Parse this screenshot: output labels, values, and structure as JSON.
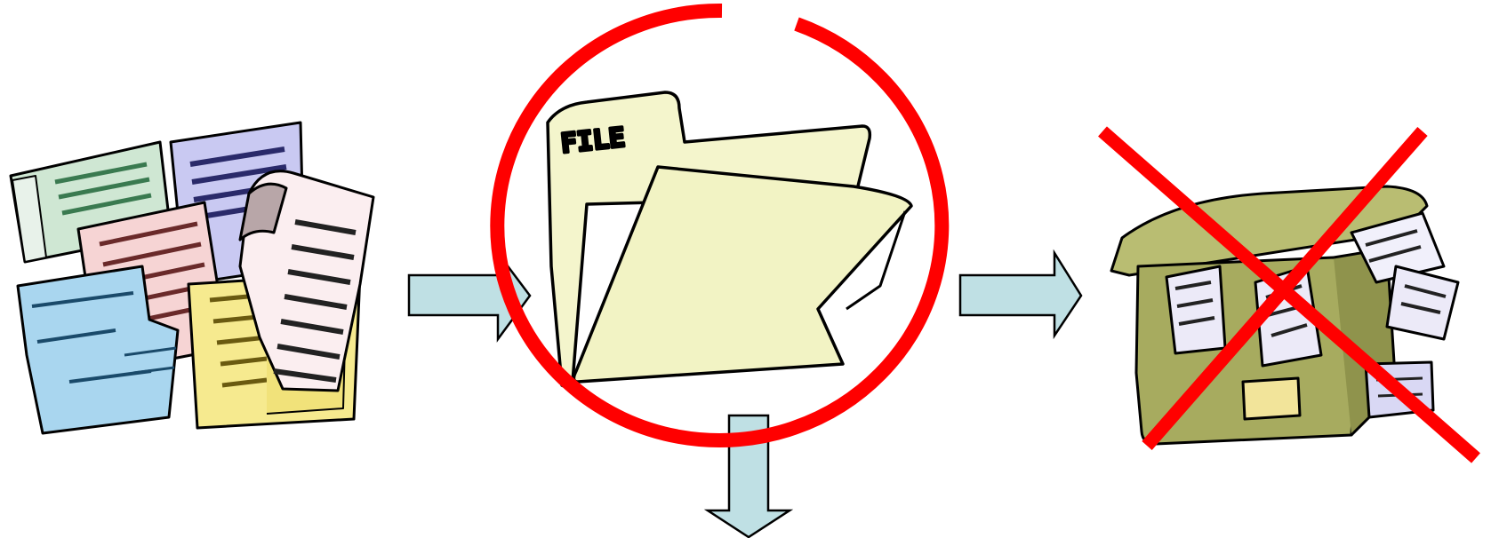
{
  "diagram": {
    "folder_label": "FILE",
    "flow": [
      "scattered-papers",
      "file-folder",
      "archive-box"
    ],
    "marks": {
      "folder": "circled",
      "archive_box": "crossed-out"
    },
    "colors": {
      "arrow_fill": "#bfe0e4",
      "arrow_stroke": "#000000",
      "highlight_red": "#ff0000",
      "folder_fill": "#f4f5cc",
      "box_fill": "#a7ab5f"
    },
    "icons": {
      "papers": "papers-icon",
      "folder": "folder-icon",
      "box": "archive-box-icon"
    }
  }
}
